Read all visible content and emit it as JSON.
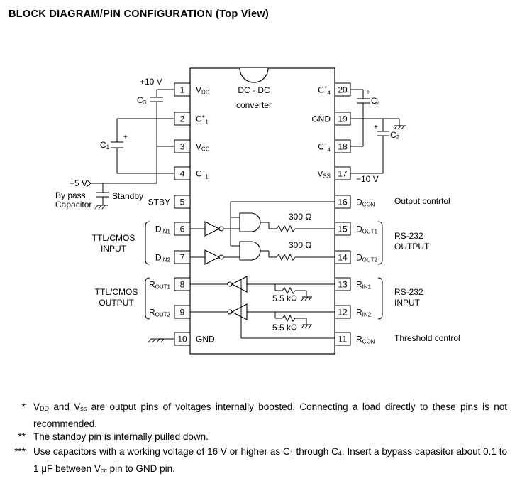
{
  "title": "BLOCK DIAGRAM/PIN CONFIGURATION (Top View)",
  "ic": {
    "center_label_1": "DC - DC",
    "center_label_2": "converter",
    "left_pins": [
      {
        "num": "1",
        "name": "V",
        "sub": "DD",
        "sup": ""
      },
      {
        "num": "2",
        "name": "C",
        "sub": "1",
        "sup": "+"
      },
      {
        "num": "3",
        "name": "V",
        "sub": "CC",
        "sup": ""
      },
      {
        "num": "4",
        "name": "C",
        "sub": "1",
        "sup": "−"
      },
      {
        "num": "5",
        "name": "STBY",
        "sub": "",
        "sup": ""
      },
      {
        "num": "6",
        "name": "D",
        "sub": "IN1",
        "sup": ""
      },
      {
        "num": "7",
        "name": "D",
        "sub": "IN2",
        "sup": ""
      },
      {
        "num": "8",
        "name": "R",
        "sub": "OUT1",
        "sup": ""
      },
      {
        "num": "9",
        "name": "R",
        "sub": "OUT2",
        "sup": ""
      },
      {
        "num": "10",
        "name": "GND",
        "sub": "",
        "sup": ""
      }
    ],
    "right_pins": [
      {
        "num": "20",
        "name": "C",
        "sub": "4",
        "sup": "+"
      },
      {
        "num": "19",
        "name": "GND",
        "sub": "",
        "sup": ""
      },
      {
        "num": "18",
        "name": "C",
        "sub": "4",
        "sup": "−"
      },
      {
        "num": "17",
        "name": "V",
        "sub": "SS",
        "sup": ""
      },
      {
        "num": "16",
        "name": "D",
        "sub": "CON",
        "sup": ""
      },
      {
        "num": "15",
        "name": "D",
        "sub": "OUT1",
        "sup": ""
      },
      {
        "num": "14",
        "name": "D",
        "sub": "OUT2",
        "sup": ""
      },
      {
        "num": "13",
        "name": "R",
        "sub": "IN1",
        "sup": ""
      },
      {
        "num": "12",
        "name": "R",
        "sub": "IN2",
        "sup": ""
      },
      {
        "num": "11",
        "name": "R",
        "sub": "CON",
        "sup": ""
      }
    ]
  },
  "resistors": {
    "r1": "300 Ω",
    "r2": "300 Ω",
    "r3": "5.5 kΩ",
    "r4": "5.5 kΩ"
  },
  "external": {
    "v10": "+10 V",
    "v5": "+5 V",
    "vneg10": "−10 V",
    "c3": "C",
    "c3_sub": "3",
    "c1": "C",
    "c1_sub": "1",
    "c4": "C",
    "c4_sub": "4",
    "c2": "C",
    "c2_sub": "2",
    "bypass_1": "By pass",
    "bypass_2": "Capacitor",
    "standby": "Standby",
    "ttl_in_1": "TTL/CMOS",
    "ttl_in_2": "INPUT",
    "ttl_out_1": "TTL/CMOS",
    "ttl_out_2": "OUTPUT",
    "rs_out_1": "RS-232",
    "rs_out_2": "OUTPUT",
    "rs_in_1": "RS-232",
    "rs_in_2": "INPUT",
    "output_control": "Output contrtol",
    "threshold_control": "Threshold control",
    "plus": "+"
  },
  "notes": [
    {
      "mark": "*",
      "parts": [
        {
          "t": "V"
        },
        {
          "t": "DD",
          "sub": true
        },
        {
          "t": " and V"
        },
        {
          "t": "ss",
          "sub": true
        },
        {
          "t": " are output pins of voltages internally boosted.  Connecting a load directly to these pins is not recommended."
        }
      ]
    },
    {
      "mark": "**",
      "parts": [
        {
          "t": "The standby pin is internally pulled down."
        }
      ]
    },
    {
      "mark": "***",
      "parts": [
        {
          "t": "Use capacitors with a working voltage of 16 V or higher as C"
        },
        {
          "t": "1",
          "sub": true
        },
        {
          "t": " through C"
        },
        {
          "t": "4",
          "sub": true
        },
        {
          "t": ".  Insert a bypass capasitor about 0.1 to 1 μF between V"
        },
        {
          "t": "cc",
          "sub": true
        },
        {
          "t": " pin to GND pin."
        }
      ]
    }
  ]
}
